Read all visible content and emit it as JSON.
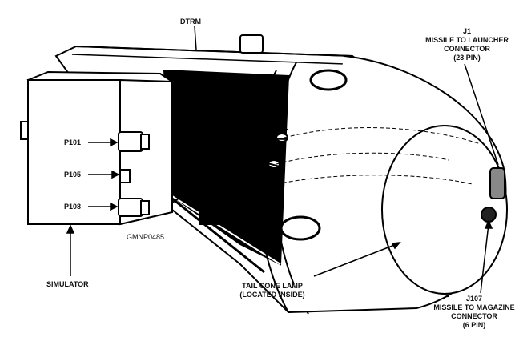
{
  "figure_id": "GMNP0485",
  "labels": {
    "dtrm": "DTRM",
    "j1": {
      "line1": "J1",
      "line2": "MISSILE TO LAUNCHER",
      "line3": "CONNECTOR",
      "line4": "(23 PIN)"
    },
    "p101": "P101",
    "p105": "P105",
    "p108": "P108",
    "simulator": "SIMULATOR",
    "tail_cone_lamp": {
      "line1": "TAIL CONE LAMP",
      "line2": "(LOCATED INSIDE)"
    },
    "j107": {
      "line1": "J107",
      "line2": "MISSILE TO MAGAZINE",
      "line3": "CONNECTOR",
      "line4": "(6 PIN)"
    }
  }
}
